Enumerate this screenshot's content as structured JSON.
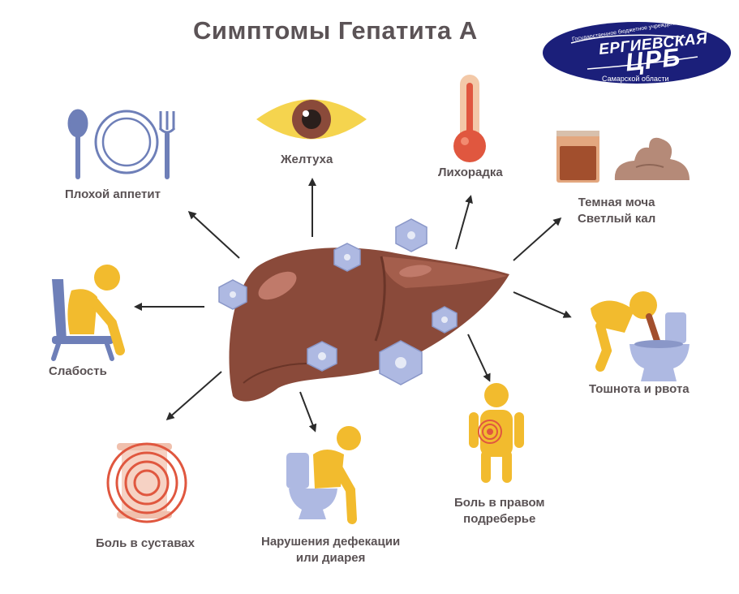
{
  "title": "Симптомы Гепатита А",
  "logo": {
    "top_text": "Государственное бюджетное учреждение здравоохранения",
    "main_text": "ЕРГИЕВСКАЯ",
    "sub_text": "ЦРБ",
    "bottom_text": "Самарской области",
    "colors": {
      "ellipse": "#1b1f7a",
      "text": "#ffffff"
    }
  },
  "symptoms": {
    "appetite": "Плохой аппетит",
    "jaundice": "Желтуха",
    "fever": "Лихорадка",
    "urine": [
      "Темная моча",
      "Светлый кал"
    ],
    "weakness": "Слабость",
    "nausea": "Тошнота и рвота",
    "right_pain": [
      "Боль в правом",
      "подреберье"
    ],
    "joints": "Боль в суставах",
    "defecation": [
      "Нарушения дефекации",
      "или диарея"
    ]
  },
  "colors": {
    "liver": "#8a4a3a",
    "liver_light": "#a45e4c",
    "figure_yellow": "#f2bb2e",
    "icon_blue": "#6e7fb8",
    "virus": "#aeb9e2",
    "pain_red": "#e0573f",
    "title": "#5b5356"
  }
}
